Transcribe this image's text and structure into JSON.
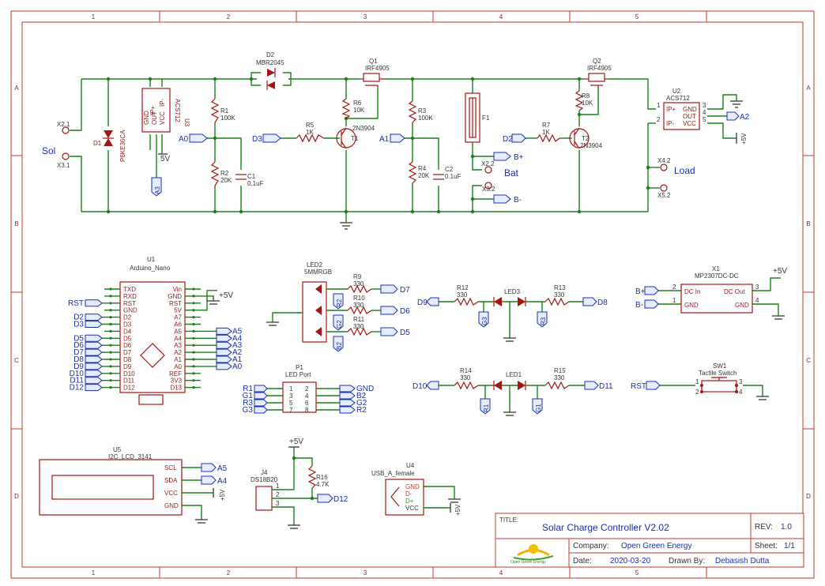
{
  "frame": {
    "col_labels": [
      "1",
      "2",
      "3",
      "4",
      "5"
    ],
    "row_labels": [
      "A",
      "B",
      "C",
      "D"
    ]
  },
  "title_block": {
    "title_label": "TITLE:",
    "title": "Solar Charge Controller V2.02",
    "rev_label": "REV:",
    "rev": "1.0",
    "company_label": "Company:",
    "company": "Open Green Energy",
    "sheet_label": "Sheet:",
    "sheet": "1/1",
    "date_label": "Date:",
    "date": "2020-03-20",
    "drawn_label": "Drawn By:",
    "drawn": "Debasish Dutta",
    "logo_text": "Open Green Energy"
  },
  "power_section": {
    "sol_label": "Sol",
    "x21": "X2.1",
    "x31": "X3.1",
    "d1": "D1",
    "d1_value": "P6KE36CA",
    "u3": "U3",
    "u3_value": "ACS712",
    "u3_pins": [
      "IP+",
      "GND",
      "OUT",
      "VCC",
      "IP-"
    ],
    "u3_5v": "5V",
    "u3_net": "A3",
    "d2": "D2",
    "d2_value": "MBR2045",
    "r1": "R1",
    "r1_value": "100K",
    "r2": "R2",
    "r2_value": "20K",
    "c1": "C1",
    "c1_value": "0.1uF",
    "a0": "A0",
    "q1": "Q1",
    "q1_value": "IRF4905",
    "r6": "R6",
    "r6_value": "10K",
    "t1": "T1",
    "t1_value": "2N3904",
    "r5": "R5",
    "r5_value": "1K",
    "d3": "D3",
    "r3": "R3",
    "r3_value": "100K",
    "r4": "R4",
    "r4_value": "20K",
    "c2": "C2",
    "c2_value": "0.1uF",
    "a1": "A1",
    "f1": "F1",
    "bat_label": "Bat",
    "x22": "X2.2",
    "x32": "X3.2",
    "bplus": "B+",
    "bminus": "B-",
    "q2": "Q2",
    "q2_value": "IRF4905",
    "r8": "R8",
    "r8_value": "10K",
    "t2": "T2",
    "t2_value": "2N3904",
    "r7": "R7",
    "r7_value": "1K",
    "d2net": "D2",
    "u2": "U2",
    "u2_value": "ACS712",
    "u2_pins": [
      "IP+",
      "IP-",
      "GND",
      "OUT",
      "VCC"
    ],
    "u2_nums": [
      "1",
      "2",
      "3",
      "4",
      "5"
    ],
    "a2": "A2",
    "u2_5v": "+5V",
    "load_label": "Load",
    "x42": "X4.2",
    "x52": "X5.2"
  },
  "arduino": {
    "ref": "U1",
    "name": "Arduino_Nano",
    "left_pins": [
      "TXD",
      "RXD",
      "RST",
      "GND",
      "D2",
      "D3",
      "D4",
      "D5",
      "D6",
      "D7",
      "D8",
      "D9",
      "D10",
      "D11",
      "D12"
    ],
    "right_pins": [
      "Vin",
      "GND",
      "RST",
      "5V",
      "A7",
      "A6",
      "A5",
      "A4",
      "A3",
      "A2",
      "A1",
      "A0",
      "REF",
      "3V3",
      "D13"
    ],
    "left_nets": [
      "",
      "",
      "RST",
      "",
      "D2",
      "D3",
      "",
      "D5",
      "D6",
      "D7",
      "D8",
      "D9",
      "D10",
      "D11",
      "D12"
    ],
    "right_nets": [
      "A5",
      "A4",
      "A3",
      "A2",
      "A1",
      "A0"
    ],
    "plus5v": "+5V"
  },
  "led2": {
    "ref": "LED2",
    "value": "5MMRGB",
    "r9": "R9",
    "r9_value": "330",
    "r10": "R10",
    "r10_value": "330",
    "r11": "R11",
    "r11_value": "330",
    "nets_left": [
      "R2",
      "G2",
      "B2"
    ],
    "nets_right": [
      "D7",
      "D6",
      "D5"
    ]
  },
  "p1": {
    "ref": "P1",
    "value": "LED Port",
    "left_nets": [
      "R1",
      "G1",
      "R3",
      "G3"
    ],
    "left_pins": [
      "1",
      "3",
      "5",
      "7"
    ],
    "right_pins": [
      "2",
      "4",
      "6",
      "8"
    ],
    "right_nets": [
      "GND",
      "B2",
      "G2",
      "R2"
    ]
  },
  "led3": {
    "ref": "LED3",
    "r12": "R12",
    "r12_value": "330",
    "r13": "R13",
    "r13_value": "330",
    "left_net": "D9",
    "right_net": "D8",
    "bottom_nets": [
      "G3",
      "R3"
    ]
  },
  "led1": {
    "ref": "LED1",
    "r14": "R14",
    "r14_value": "330",
    "r15": "R15",
    "r15_value": "330",
    "left_net": "D10",
    "right_net": "D11",
    "bottom_nets": [
      "R1",
      "G1"
    ]
  },
  "x1": {
    "ref": "X1",
    "value": "MP2307DC-DC",
    "pins": [
      "DC In",
      "GND",
      "DC Out",
      "GND"
    ],
    "nums": [
      "2",
      "1",
      "3",
      "4"
    ],
    "nets": [
      "B+",
      "B-"
    ],
    "plus5v": "+5V"
  },
  "sw1": {
    "ref": "SW1",
    "value": "Tactile Switch",
    "net": "RST",
    "nums": [
      "1",
      "2",
      "3",
      "4"
    ]
  },
  "u5": {
    "ref": "U5",
    "value": "I2C_LCD_3141",
    "pins": [
      "SCL",
      "SDA",
      "VCC",
      "GND"
    ],
    "nets": [
      "A5",
      "A4"
    ],
    "plus5v": "+5V"
  },
  "j4": {
    "ref": "J4",
    "value": "DS18B20",
    "r16": "R16",
    "r16_value": "4.7K",
    "net": "D12",
    "plus5v": "+5V",
    "nums": [
      "1",
      "2",
      "3"
    ]
  },
  "u4": {
    "ref": "U4",
    "value": "USB_A_female",
    "pins": [
      "GND",
      "D-",
      "D+",
      "VCC"
    ],
    "plus5v": "+5V"
  }
}
